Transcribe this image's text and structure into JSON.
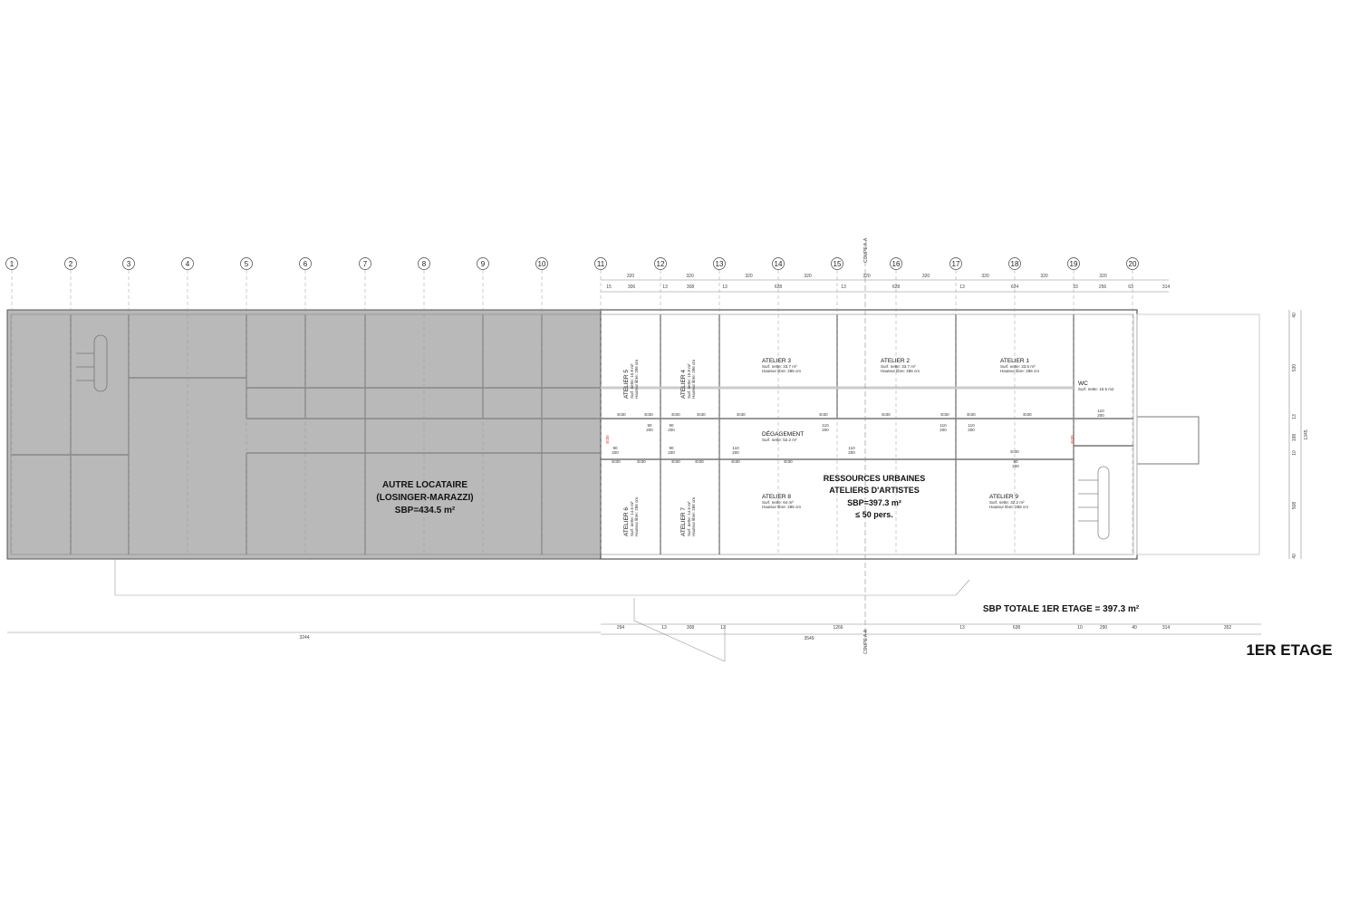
{
  "title": "1ER ETAGE",
  "total": "SBP TOTALE 1ER ETAGE = 397.3 m²",
  "section_marker": "COUPE A-A",
  "grid_axes": [
    "1",
    "2",
    "3",
    "4",
    "5",
    "6",
    "7",
    "8",
    "9",
    "10",
    "11",
    "12",
    "13",
    "14",
    "15",
    "16",
    "17",
    "18",
    "19",
    "20"
  ],
  "dims_top_1": [
    "320",
    "320",
    "320",
    "320",
    "320",
    "320",
    "320",
    "320",
    "320"
  ],
  "dims_top_2": [
    "15",
    "306",
    "13",
    "308",
    "13",
    "628",
    "13",
    "628",
    "13",
    "624",
    "33",
    "256",
    "63",
    "314"
  ],
  "dims_bottom_1": [
    "294",
    "13",
    "308",
    "13",
    "1266",
    "13",
    "638",
    "10",
    "290",
    "40",
    "314",
    "352"
  ],
  "dims_bottom_total_left": "3244",
  "dims_bottom_total_right": "3549",
  "dims_right": [
    "40",
    "530",
    "13",
    "198",
    "10",
    "508",
    "40"
  ],
  "dims_right_total": "1345",
  "other_tenant": {
    "line1": "AUTRE LOCATAIRE",
    "line2": "(LOSINGER-MARAZZI)",
    "line3": "SBP=434.5 m²",
    "fill": "#b9b9b9"
  },
  "main_tenant": {
    "line1": "RESSOURCES URBAINES",
    "line2": "ATELIERS D'ARTISTES",
    "line3": "SBP=397.3 m²",
    "line4": "≤ 50 pers."
  },
  "rooms": [
    {
      "name": "ATELIER 1",
      "area": "Surf. nette: 33.6 m²",
      "height": "Hauteur libre: 286 cm"
    },
    {
      "name": "ATELIER 2",
      "area": "Surf. nette: 33.7 m²",
      "height": "Hauteur libre: 286 cm"
    },
    {
      "name": "ATELIER 3",
      "area": "Surf. nette: 33.7 m²",
      "height": "Hauteur libre: 286 cm"
    },
    {
      "name": "ATELIER 4",
      "area": "Surf. nette: 15.8 m²",
      "height": "Hauteur libre: 286 cm"
    },
    {
      "name": "ATELIER 5",
      "area": "Surf. nette: 15.8 m²",
      "height": "Hauteur libre: 286 cm"
    },
    {
      "name": "ATELIER 6",
      "area": "Surf. nette: 14.6 m²",
      "height": "Hauteur libre: 286 cm"
    },
    {
      "name": "ATELIER 7",
      "area": "Surf. nette: 14.6 m²",
      "height": "Hauteur libre: 286 cm"
    },
    {
      "name": "ATELIER 8",
      "area": "Surf. nette: 64 m²",
      "height": "Hauteur libre: 286 cm"
    },
    {
      "name": "ATELIER 9",
      "area": "Surf. nette: 32.2 m²",
      "height": "Hauteur libre: 286 cm"
    },
    {
      "name": "WC",
      "area": "Surf. nette: 15.5 m2",
      "height": ""
    },
    {
      "name": "DÉGAGEMENT",
      "area": "Surf. nette: 52.2 m²",
      "height": ""
    }
  ],
  "door_labels": [
    "90 200",
    "90 200",
    "90 200",
    "90 200",
    "110 200",
    "110 200",
    "110 200",
    "110 200",
    "110 200",
    "110 200",
    "90 200",
    "110 200"
  ],
  "fire_labels": [
    "EI30",
    "EI30",
    "EI30",
    "EI30",
    "EI30",
    "EI30",
    "EI30",
    "EI30",
    "EI30",
    "EI30",
    "EI30",
    "EI30",
    "EI30",
    "EI30",
    "EI30",
    "EI30",
    "EI30"
  ],
  "fire_exit_labels": [
    "EI30",
    "EI30"
  ],
  "fire_exit_color": "#e03020"
}
